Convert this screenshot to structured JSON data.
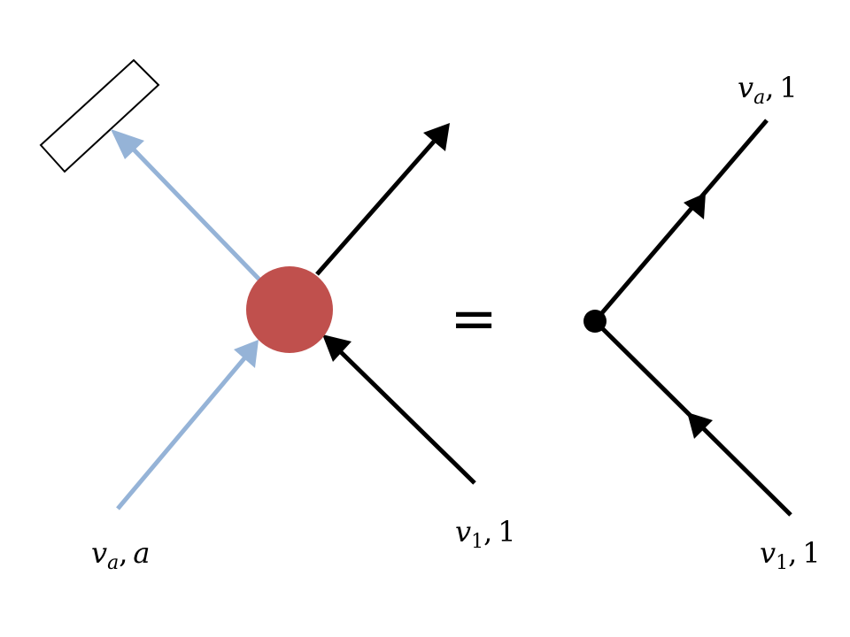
{
  "diagram": {
    "equals_sign": "=",
    "labels": {
      "left_bottom": {
        "var": "v",
        "sub": "a",
        "sep": ",",
        "tail": "a"
      },
      "left_right": {
        "var": "v",
        "sub": "1",
        "sep": ",",
        "tail": "1"
      },
      "right_top": {
        "var": "v",
        "sub": "a",
        "sep": ",",
        "tail": "1"
      },
      "right_bottom": {
        "var": "v",
        "sub": "1",
        "sep": ",",
        "tail": "1"
      }
    },
    "colors": {
      "line": "#000000",
      "blue_line": "#95b3d7",
      "red_vertex": "#c0504d",
      "vertex_dot": "#000000",
      "rectangle_fill": "#ffffff",
      "rectangle_stroke": "#000000"
    }
  }
}
